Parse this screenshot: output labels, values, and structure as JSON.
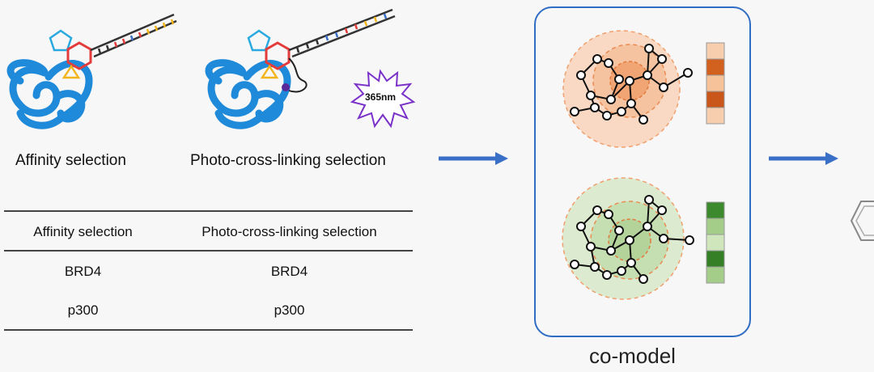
{
  "panels": {
    "affinity_label": "Affinity selection",
    "photo_label": "Photo-cross-linking selection",
    "burst_text": "365nm"
  },
  "table": {
    "headers": [
      "Affinity selection",
      "Photo-cross-linking selection"
    ],
    "rows": [
      [
        "BRD4",
        "BRD4"
      ],
      [
        "p300",
        "p300"
      ]
    ]
  },
  "model": {
    "caption": "co-model"
  },
  "colors": {
    "arrow": "#3a6fc8",
    "box_border": "#2f6dc4",
    "protein": "#1f8ad9",
    "orange_fill": "#f4b28a",
    "green_fill": "#a9d18e"
  }
}
